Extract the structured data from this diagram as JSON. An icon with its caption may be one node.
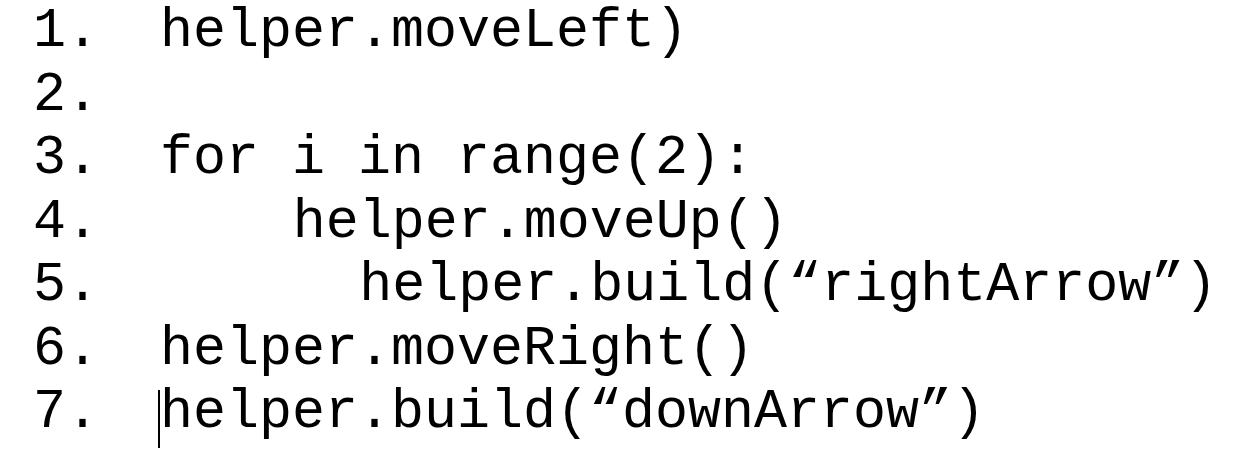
{
  "diagram": {
    "labels": [
      "1.",
      "helper.moveLeft)",
      "2.",
      "3.",
      "for i in range(2):",
      "4.",
      "helper.moveUp()",
      "5.",
      "helper.build(“rightArrow”)",
      "6.",
      "helper.moveRight()",
      "7.",
      "helper.build(“downArrow”)"
    ]
  }
}
